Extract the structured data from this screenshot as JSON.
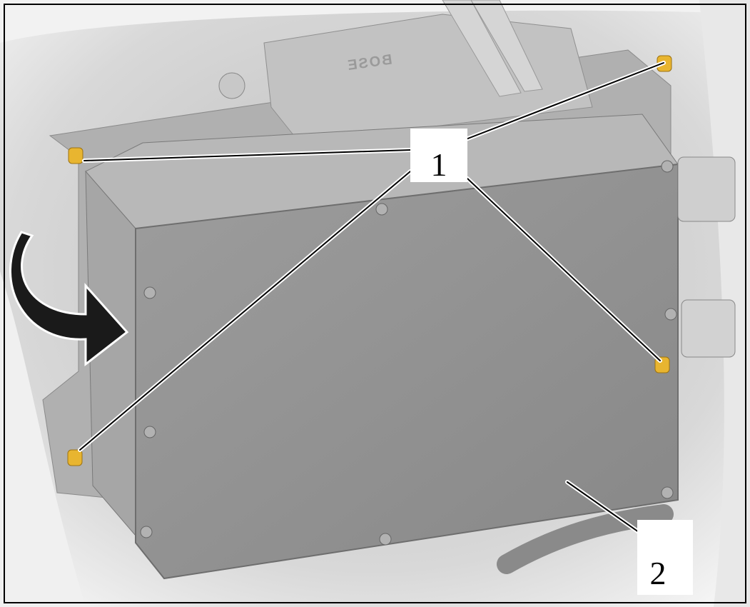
{
  "figure": {
    "callouts": [
      {
        "id": "1",
        "text": "1"
      },
      {
        "id": "2",
        "text": "2"
      }
    ],
    "logo_text": "BOSE",
    "colors": {
      "background": "#e4e4e4",
      "module_face": "#8f8f8f",
      "module_top": "#b5b5b5",
      "bolt": "#e8b530",
      "arrow": "#1a1a1a"
    }
  }
}
